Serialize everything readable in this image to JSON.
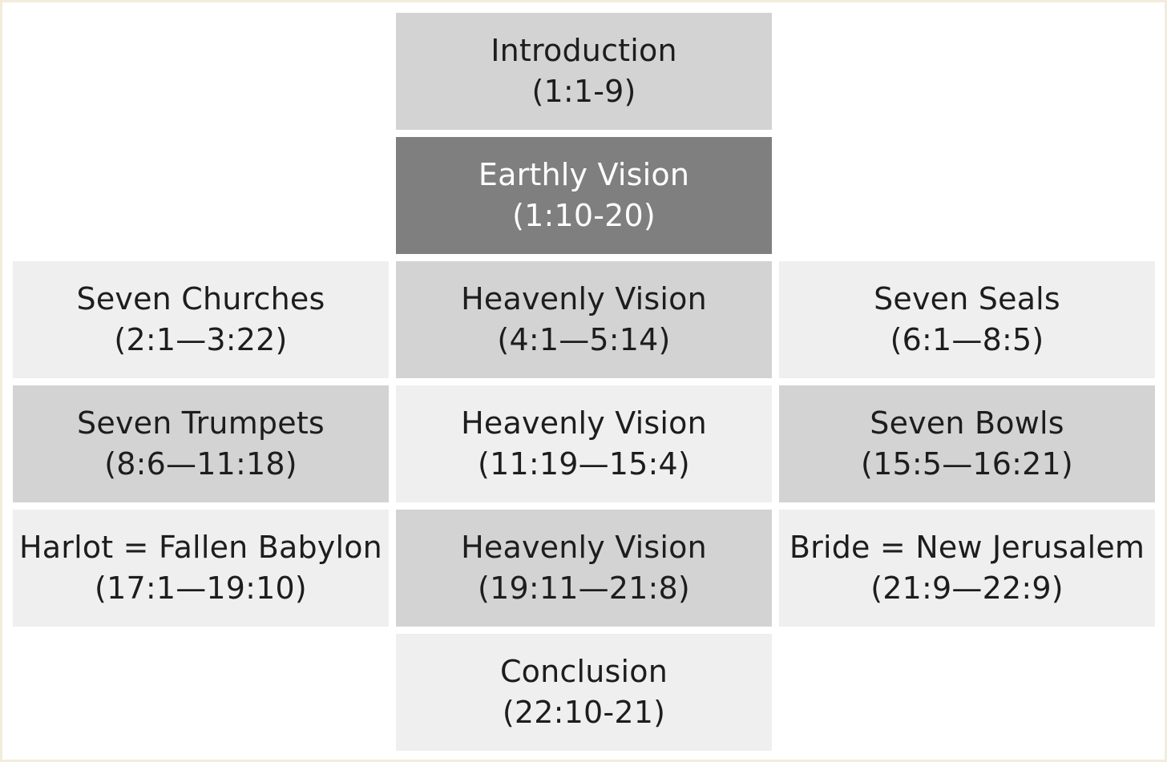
{
  "colors": {
    "frame_border": "#f3ecdc",
    "block_mid_gray": "#d3d3d3",
    "block_light_gray": "#efefef",
    "block_dark_gray": "#7f7f7f",
    "text_dark": "#1d1d1d",
    "text_light": "#ffffff"
  },
  "blocks": {
    "introduction": {
      "title": "Introduction",
      "ref": "(1:1-9)"
    },
    "earthly_vision": {
      "title": "Earthly Vision",
      "ref": "(1:10-20)"
    },
    "seven_churches": {
      "title": "Seven Churches",
      "ref": "(2:1—3:22)"
    },
    "heavenly_vision_1": {
      "title": "Heavenly Vision",
      "ref": "(4:1—5:14)"
    },
    "seven_seals": {
      "title": "Seven Seals",
      "ref": "(6:1—8:5)"
    },
    "seven_trumpets": {
      "title": "Seven Trumpets",
      "ref": "(8:6—11:18)"
    },
    "heavenly_vision_2": {
      "title": "Heavenly Vision",
      "ref": "(11:19—15:4)"
    },
    "seven_bowls": {
      "title": "Seven Bowls",
      "ref": "(15:5—16:21)"
    },
    "harlot": {
      "title": "Harlot = Fallen Babylon",
      "ref": "(17:1—19:10)"
    },
    "heavenly_vision_3": {
      "title": "Heavenly Vision",
      "ref": "(19:11—21:8)"
    },
    "bride": {
      "title": "Bride = New Jerusalem",
      "ref": "(21:9—22:9)"
    },
    "conclusion": {
      "title": "Conclusion",
      "ref": "(22:10-21)"
    }
  }
}
